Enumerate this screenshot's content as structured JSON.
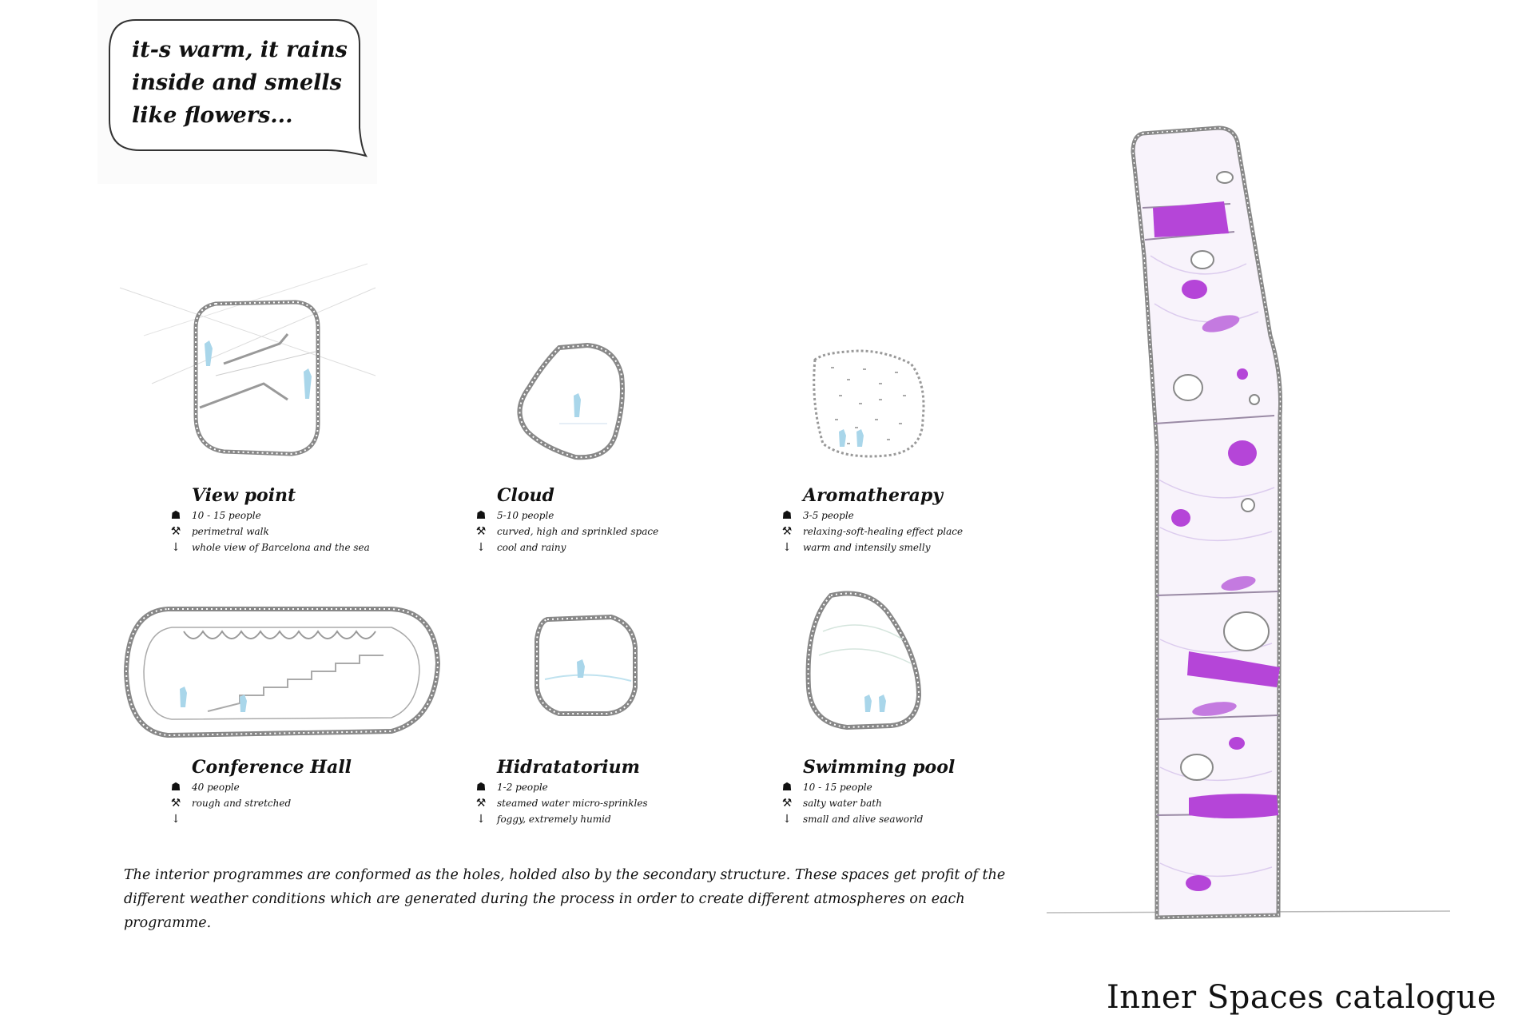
{
  "speech_bubble": {
    "text": "it-s warm, it rains\ninside and smells\nlike flowers..."
  },
  "spaces": [
    {
      "title": "View point",
      "people": "10 - 15 people",
      "feature": "perimetral walk",
      "atmosphere": "whole view of Barcelona and the sea"
    },
    {
      "title": "Cloud",
      "people": "5-10 people",
      "feature": "curved, high and sprinkled space",
      "atmosphere": "cool and rainy"
    },
    {
      "title": "Aromatherapy",
      "people": "3-5 people",
      "feature": "relaxing-soft-healing effect place",
      "atmosphere": "warm and intensily smelly"
    },
    {
      "title": "Conference Hall",
      "people": "40 people",
      "feature": "rough and stretched",
      "atmosphere": ""
    },
    {
      "title": "Hidratatorium",
      "people": "1-2 people",
      "feature": "steamed water micro-sprinkles",
      "atmosphere": "foggy, extremely humid"
    },
    {
      "title": "Swimming pool",
      "people": "10 - 15 people",
      "feature": "salty water bath",
      "atmosphere": "small and alive seaworld"
    }
  ],
  "icons": {
    "people": "person-icon",
    "feature": "wrench-icon",
    "atmosphere": "down-arrow-icon"
  },
  "description": "The interior programmes are conformed as the holes, holded also by the secondary structure. These spaces get profit of the different weather conditions which are generated during the process in order to create different atmospheres on each programme.",
  "page_title": "Inner Spaces catalogue",
  "colors": {
    "accent_purple": "#b545d8",
    "figure_blue": "#a9d6ea",
    "line_gray": "#8a8a8a"
  }
}
